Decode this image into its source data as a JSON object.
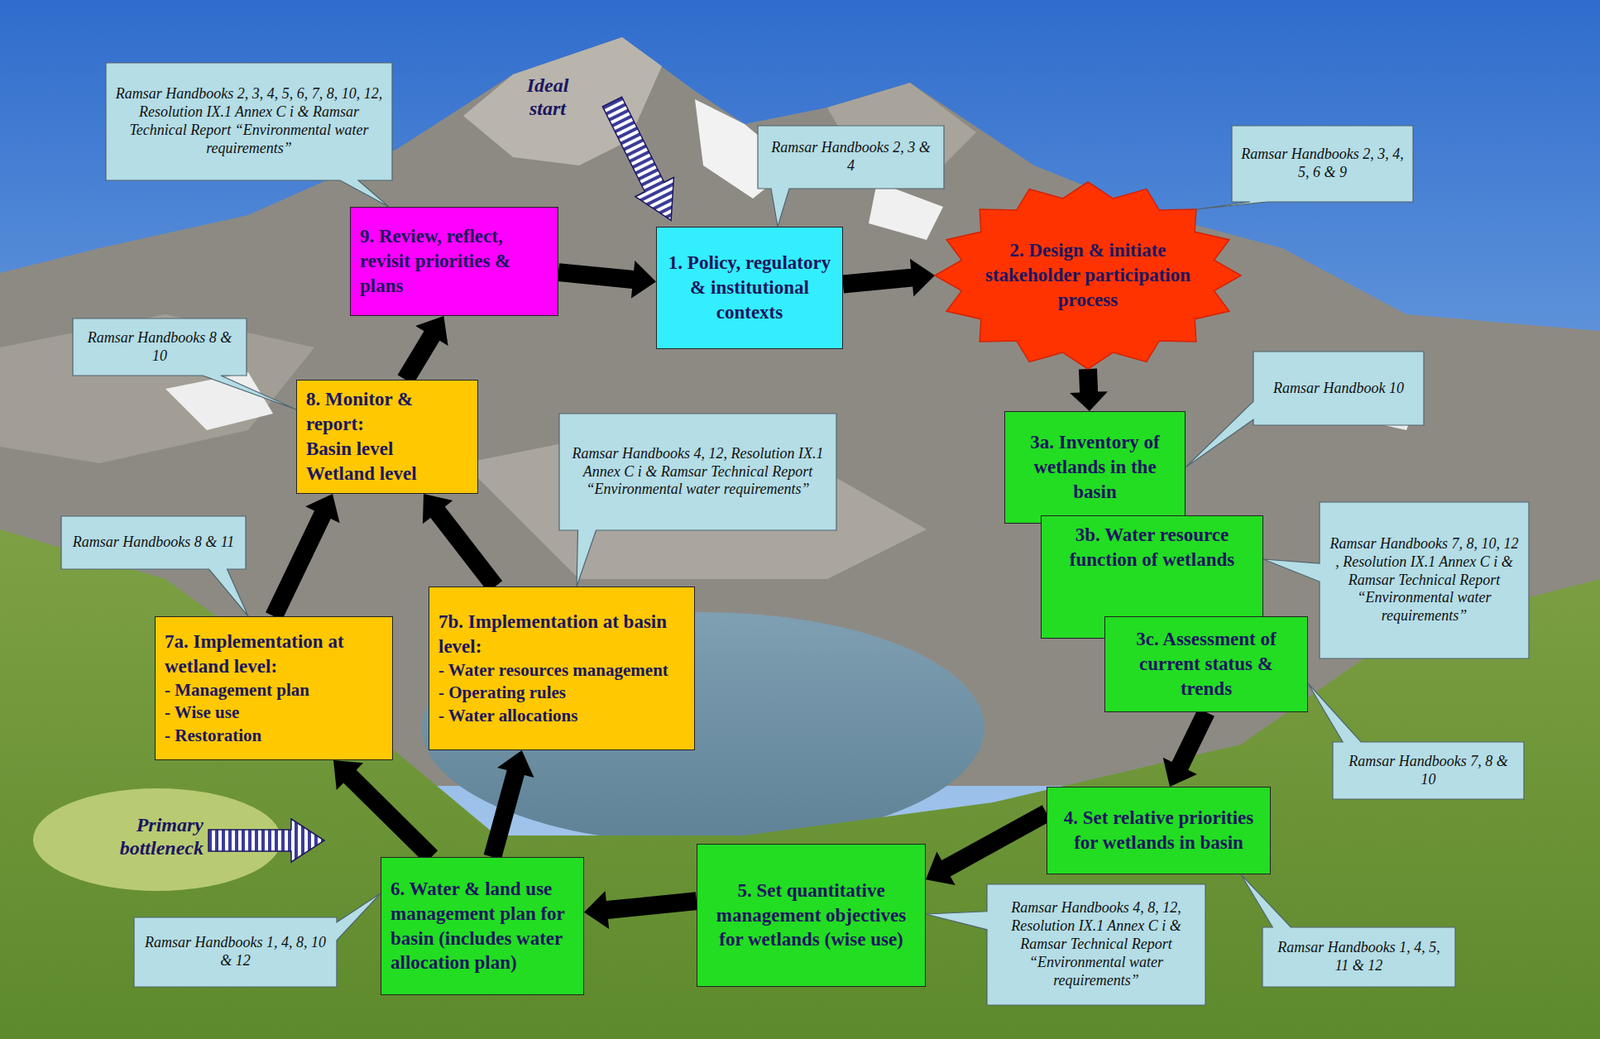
{
  "diagram": {
    "nodes": [
      {
        "text": [
          "1. Policy, regulatory & institutional contexts"
        ]
      },
      {
        "text": [
          "2. Design & initiate stakeholder participation process"
        ]
      },
      {
        "text": [
          "3a. Inventory of wetlands in the basin"
        ]
      },
      {
        "text": [
          "3b. Water resource function of wetlands"
        ]
      },
      {
        "text": [
          "3c. Assessment of current status & trends"
        ]
      },
      {
        "text": [
          "4. Set relative priorities for wetlands in basin"
        ]
      },
      {
        "text": [
          "5. Set quantitative management objectives for wetlands (wise use)"
        ]
      },
      {
        "text": [
          "6. Water & land use management plan for basin (includes water allocation plan)"
        ]
      },
      {
        "text": [
          "7a. Implementation at wetland level:",
          "- Management plan",
          "- Wise use",
          "- Restoration"
        ]
      },
      {
        "text": [
          "7b. Implementation at basin level:",
          "- Water resources management",
          "- Operating rules",
          "- Water allocations"
        ]
      },
      {
        "text": [
          "8. Monitor & report:",
          "Basin level",
          "Wetland level"
        ]
      },
      {
        "text": [
          "9. Review, reflect, revisit priorities & plans"
        ]
      },
      {
        "text": [
          "Ramsar Handbooks 2, 3, 4, 5, 6, 7, 8, 10, 12, Resolution IX.1 Annex C i & Ramsar Technical Report “Environmental water requirements”"
        ]
      },
      {
        "text": [
          "Ramsar Handbooks 2, 3 & 4"
        ]
      },
      {
        "text": [
          "Ramsar Handbooks 2, 3, 4, 5, 6 & 9"
        ]
      },
      {
        "text": [
          "Ramsar Handbook 10"
        ]
      },
      {
        "text": [
          "Ramsar Handbooks 7, 8, 10, 12 , Resolution IX.1 Annex C i & Ramsar Technical Report “Environmental water requirements”"
        ]
      },
      {
        "text": [
          "Ramsar Handbooks 7, 8 & 10"
        ]
      },
      {
        "text": [
          "Ramsar Handbooks 1, 4, 5, 11 & 12"
        ]
      },
      {
        "text": [
          "Ramsar Handbooks 4, 8, 12, Resolution IX.1 Annex C i & Ramsar Technical Report “Environmental water requirements”"
        ]
      },
      {
        "text": [
          "Ramsar Handbooks 1, 4, 8, 10 & 12"
        ]
      },
      {
        "text": [
          "Ramsar Handbooks 8 & 11"
        ]
      },
      {
        "text": [
          "Ramsar Handbooks 4, 12, Resolution IX.1 Annex C i & Ramsar Technical Report “Environmental water requirements”"
        ]
      },
      {
        "text": [
          "Ramsar Handbooks 8 & 10"
        ]
      }
    ],
    "edges": [
      {
        "from": 11,
        "to": 0,
        "arrow": "to"
      },
      {
        "from": 0,
        "to": 1,
        "arrow": "to"
      },
      {
        "from": 1,
        "to": 2,
        "arrow": "to"
      },
      {
        "from": 4,
        "to": 5,
        "arrow": "to"
      },
      {
        "from": 5,
        "to": 6,
        "arrow": "to"
      },
      {
        "from": 6,
        "to": 7,
        "arrow": "to"
      },
      {
        "from": 7,
        "to": 8,
        "arrow": "to"
      },
      {
        "from": 7,
        "to": 9,
        "arrow": "to"
      },
      {
        "from": 8,
        "to": 10,
        "arrow": "to"
      },
      {
        "from": 9,
        "to": 10,
        "arrow": "to"
      },
      {
        "from": 10,
        "to": 11,
        "arrow": "to"
      }
    ],
    "labels": [
      "Ideal start",
      "Primary bottleneck"
    ]
  }
}
